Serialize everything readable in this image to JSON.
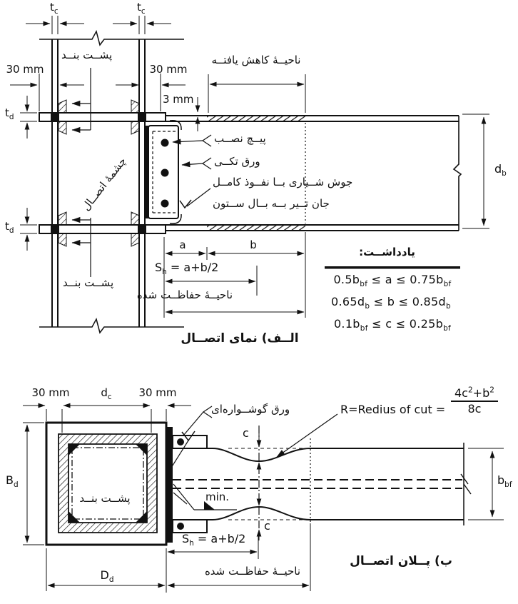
{
  "elevation": {
    "caption": "الــف) نمای اتصــال",
    "dims": {
      "tc": [
        {
          "t": "t"
        },
        {
          "s": "c"
        }
      ],
      "td": [
        {
          "t": "t"
        },
        {
          "s": "d"
        }
      ],
      "mm30_left": "30 mm",
      "mm30_right": "30 mm",
      "mm3": "3 mm",
      "a": "a",
      "b": "b",
      "sh": [
        {
          "t": "S"
        },
        {
          "s": "h"
        },
        {
          "t": " = a+b/2"
        }
      ],
      "db": [
        {
          "t": "d"
        },
        {
          "s": "b"
        }
      ],
      "reduced_zone_label": "ناحیــۀ کاهش یافتــه",
      "protected_zone_label": "ناحیــۀ حفاظــت شده"
    },
    "callouts": {
      "backing_top": "پشــت بنــد",
      "backing_bottom": "پشــت بنــد",
      "panel_zone": "چشمهٔ اتصــال",
      "erection_bolt": "پیــچ نصــب",
      "single_plate": "ورق تکــی",
      "weld_note_line1": "جوش شــیاری بــا نفــوذ کامــل",
      "weld_note_line2": "جان تــیر بــه بــال ســتون"
    },
    "notes": {
      "title": "یادداشــت:",
      "eq_a": [
        {
          "t": "0.5b"
        },
        {
          "s": "bf"
        },
        {
          "t": " ≤ a ≤ 0.75b"
        },
        {
          "s": "bf"
        }
      ],
      "eq_b": [
        {
          "t": "0.65d"
        },
        {
          "s": "b"
        },
        {
          "t": " ≤ b ≤ 0.85d"
        },
        {
          "s": "b"
        }
      ],
      "eq_c": [
        {
          "t": "0.1b"
        },
        {
          "s": "bf"
        },
        {
          "t": " ≤ c ≤ 0.25b"
        },
        {
          "s": "bf"
        }
      ]
    }
  },
  "plan": {
    "caption": "ب) پــلان اتصــال",
    "dims": {
      "mm30_left": "30 mm",
      "mm30_right": "30 mm",
      "dc": [
        {
          "t": "d"
        },
        {
          "s": "c"
        }
      ],
      "Bd": [
        {
          "t": "B"
        },
        {
          "s": "d"
        }
      ],
      "Dd": [
        {
          "t": "D"
        },
        {
          "s": "d"
        }
      ],
      "bbf": [
        {
          "t": "b"
        },
        {
          "s": "bf"
        }
      ],
      "sh": [
        {
          "t": "S"
        },
        {
          "s": "h"
        },
        {
          "t": " = a+b/2"
        }
      ],
      "c_top": "c",
      "c_bottom": "c",
      "protected_zone_label": "ناحیــۀ حفاظــت شده"
    },
    "callouts": {
      "backing": "پشــت بنــد",
      "ear_plate": "ورق گوشــواره‌ای",
      "min_weld": "min.",
      "radius_label": "R=Redius of cut =",
      "radius_numerator": [
        {
          "t": "4c"
        },
        {
          "p": "2"
        },
        {
          "t": "+b"
        },
        {
          "p": "2"
        }
      ],
      "radius_denominator": "8c"
    }
  }
}
